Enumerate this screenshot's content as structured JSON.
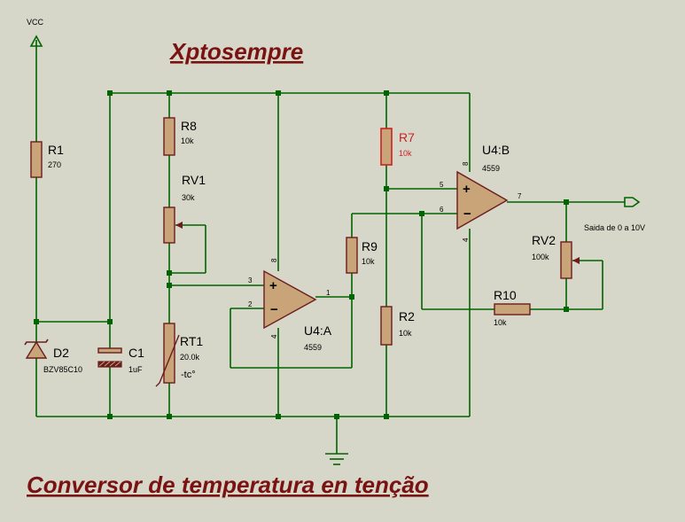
{
  "title": "Xptosempre",
  "footer": "Conversor de temperatura en tenção",
  "supply": {
    "label": "VCC"
  },
  "output_label": "Saida de 0 a 10V",
  "components": {
    "R1": {
      "ref": "R1",
      "value": "270"
    },
    "R8": {
      "ref": "R8",
      "value": "10k"
    },
    "RV1": {
      "ref": "RV1",
      "value": "30k"
    },
    "RT1": {
      "ref": "RT1",
      "value": "20.0k",
      "extra": "-tc°"
    },
    "D2": {
      "ref": "D2",
      "value": "BZV85C10"
    },
    "C1": {
      "ref": "C1",
      "value": "1uF"
    },
    "R7": {
      "ref": "R7",
      "value": "10k"
    },
    "R9": {
      "ref": "R9",
      "value": "10k"
    },
    "R2": {
      "ref": "R2",
      "value": "10k"
    },
    "R10": {
      "ref": "R10",
      "value": "10k"
    },
    "RV2": {
      "ref": "RV2",
      "value": "100k"
    },
    "U4A": {
      "ref": "U4:A",
      "value": "4559"
    },
    "U4B": {
      "ref": "U4:B",
      "value": "4559"
    }
  },
  "pins": {
    "u4a_in_plus": "3",
    "u4a_in_minus": "2",
    "u4a_out": "1",
    "u4a_vcc": "8",
    "u4a_gnd": "4",
    "u4b_in_plus": "5",
    "u4b_in_minus": "6",
    "u4b_out": "7",
    "u4b_vcc": "8",
    "u4b_gnd": "4"
  },
  "colors": {
    "background": "#d6d6c9",
    "wire": "#006400",
    "component_body": "#c8a478",
    "component_stroke": "#6b1c1c",
    "highlight": "#cc2222",
    "title": "#7a1212"
  }
}
